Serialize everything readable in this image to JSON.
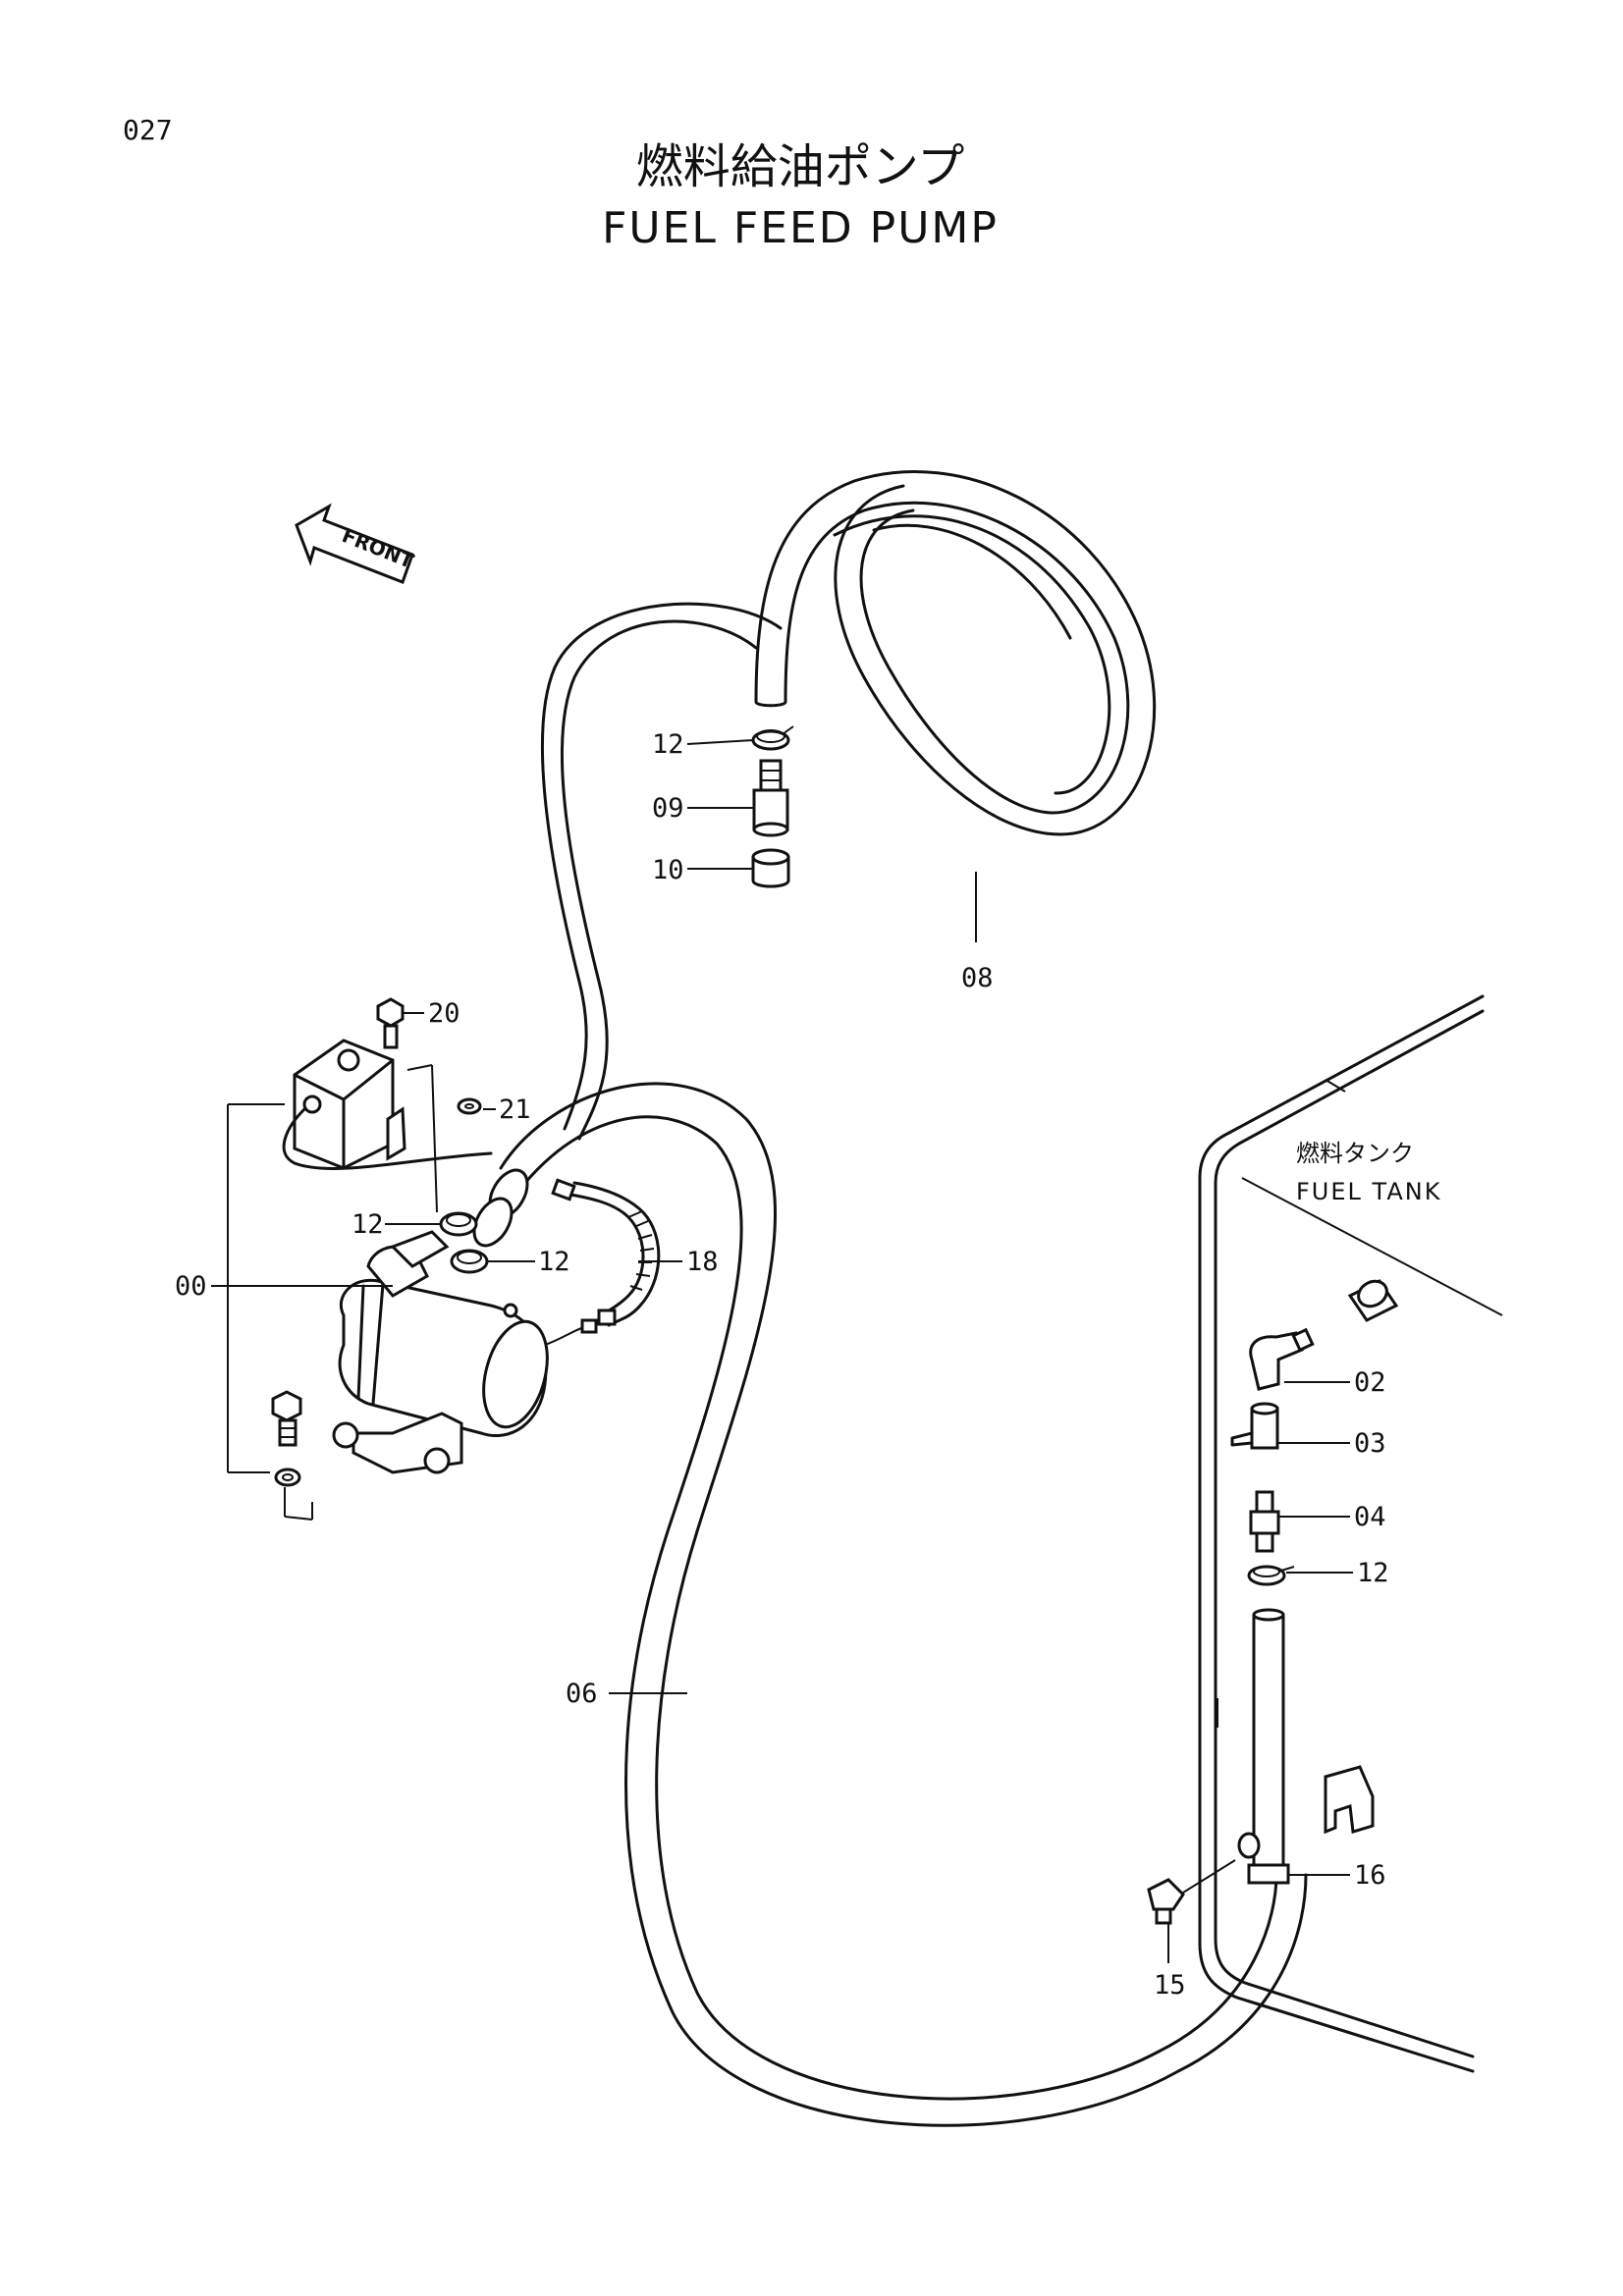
{
  "page": {
    "number": "027",
    "title_jp": "燃料給油ポンプ",
    "title_en": "FUEL FEED PUMP"
  },
  "orientation": {
    "front_label": "FRONT"
  },
  "tank": {
    "label_jp": "燃料タンク",
    "label_en": "FUEL TANK"
  },
  "callouts": [
    {
      "id": "c-12a",
      "number": "12"
    },
    {
      "id": "c-09",
      "number": "09"
    },
    {
      "id": "c-10",
      "number": "10"
    },
    {
      "id": "c-08",
      "number": "08"
    },
    {
      "id": "c-20",
      "number": "20"
    },
    {
      "id": "c-21",
      "number": "21"
    },
    {
      "id": "c-12b",
      "number": "12"
    },
    {
      "id": "c-12c",
      "number": "12"
    },
    {
      "id": "c-18",
      "number": "18"
    },
    {
      "id": "c-00",
      "number": "00"
    },
    {
      "id": "c-02",
      "number": "02"
    },
    {
      "id": "c-03",
      "number": "03"
    },
    {
      "id": "c-04",
      "number": "04"
    },
    {
      "id": "c-12d",
      "number": "12"
    },
    {
      "id": "c-06",
      "number": "06"
    },
    {
      "id": "c-16",
      "number": "16"
    },
    {
      "id": "c-15",
      "number": "15"
    }
  ]
}
